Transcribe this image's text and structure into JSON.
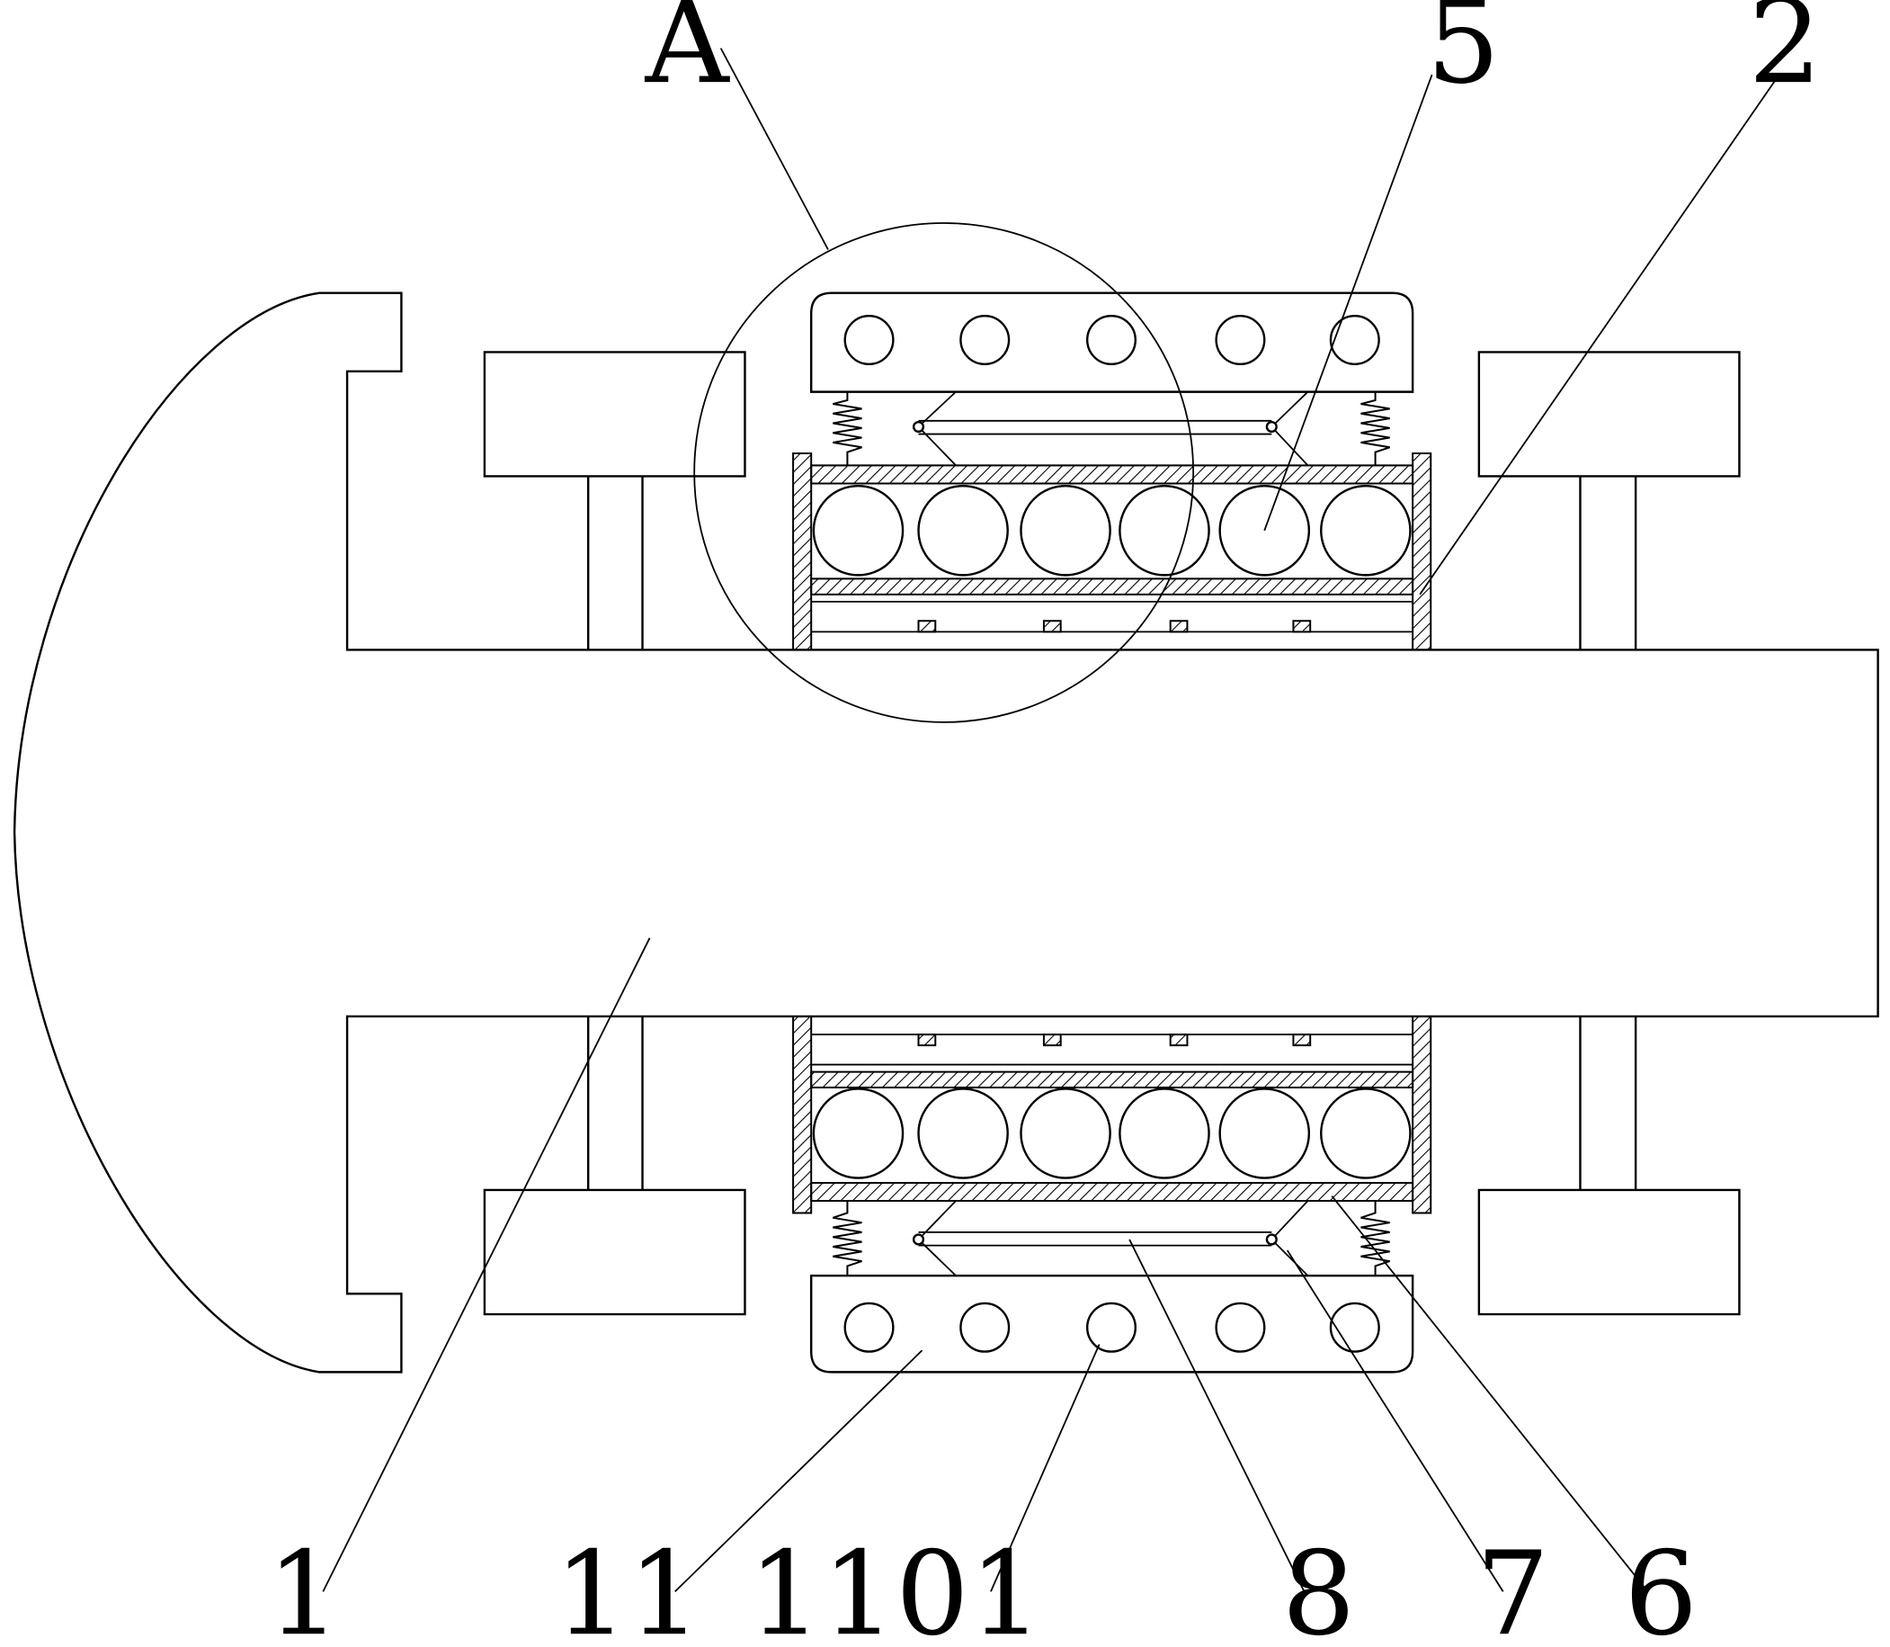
{
  "labels": {
    "A": "A",
    "n5": "5",
    "n2": "2",
    "n1": "1",
    "n11": "11",
    "n1101": "1101",
    "n8": "8",
    "n7": "7",
    "n6": "6"
  },
  "colors": {
    "line": "#000000",
    "background": "#ffffff"
  }
}
